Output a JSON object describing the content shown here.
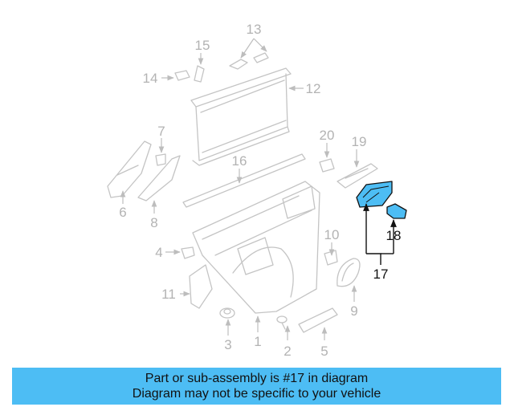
{
  "callouts": [
    "1",
    "2",
    "3",
    "4",
    "5",
    "6",
    "7",
    "8",
    "9",
    "10",
    "11",
    "12",
    "13",
    "14",
    "15",
    "16",
    "17",
    "18",
    "19",
    "20"
  ],
  "highlight_color": "#4dbdf4",
  "banner": {
    "line1": "Part or sub-assembly is #17 in diagram",
    "line2": "Diagram may not be specific to your vehicle",
    "color": "#4dbdf4"
  }
}
